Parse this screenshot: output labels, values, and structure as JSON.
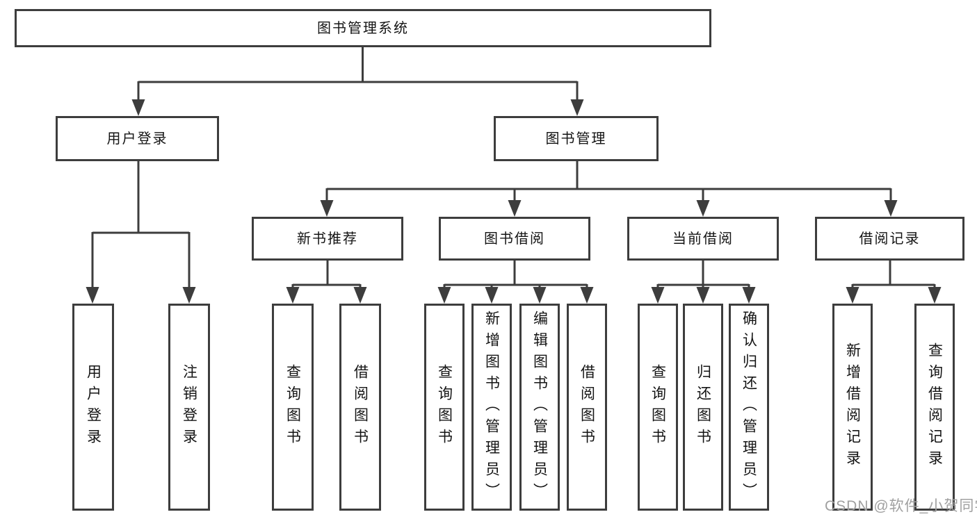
{
  "colors": {
    "line": "#3d3d3d",
    "text": "#141414",
    "watermark": "#a0a0a0",
    "background": "#ffffff"
  },
  "watermark": "CSDN @软件_小贺同学",
  "tree": {
    "root": {
      "label": "图书管理系统"
    },
    "children": [
      {
        "label": "用户登录",
        "children": [
          {
            "label": "用户登录"
          },
          {
            "label": "注销登录"
          }
        ]
      },
      {
        "label": "图书管理",
        "children": [
          {
            "label": "新书推荐",
            "children": [
              {
                "label": "查询图书"
              },
              {
                "label": "借阅图书"
              }
            ]
          },
          {
            "label": "图书借阅",
            "children": [
              {
                "label": "查询图书"
              },
              {
                "label": "新增图书（管理员）"
              },
              {
                "label": "编辑图书（管理员）"
              },
              {
                "label": "借阅图书"
              }
            ]
          },
          {
            "label": "当前借阅",
            "children": [
              {
                "label": "查询图书"
              },
              {
                "label": "归还图书"
              },
              {
                "label": "确认归还（管理员）"
              }
            ]
          },
          {
            "label": "借阅记录",
            "children": [
              {
                "label": "新增借阅记录"
              },
              {
                "label": "查询借阅记录"
              }
            ]
          }
        ]
      }
    ]
  }
}
